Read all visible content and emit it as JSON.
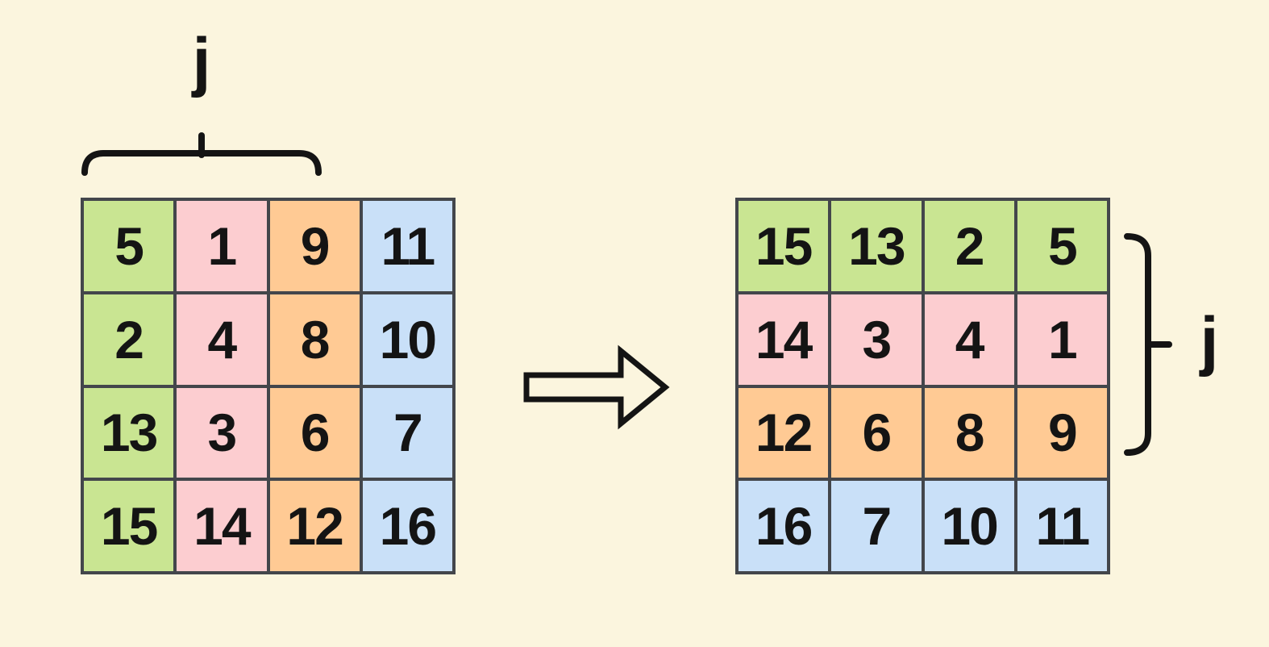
{
  "background_color": "#FBF5DE",
  "border_color": "#43464B",
  "stroke_color": "#141414",
  "left_grid": {
    "label": "j",
    "color_by": "column",
    "column_colors": [
      "#C9E592",
      "#FCCDD0",
      "#FFCA94",
      "#C9E0F8"
    ],
    "rows": [
      [
        "5",
        "1",
        "9",
        "11"
      ],
      [
        "2",
        "4",
        "8",
        "10"
      ],
      [
        "13",
        "3",
        "6",
        "7"
      ],
      [
        "15",
        "14",
        "12",
        "16"
      ]
    ]
  },
  "right_grid": {
    "label": "j",
    "color_by": "row",
    "row_colors": [
      "#C9E592",
      "#FCCDD0",
      "#FFCA94",
      "#C9E0F8"
    ],
    "rows": [
      [
        "15",
        "13",
        "2",
        "5"
      ],
      [
        "14",
        "3",
        "4",
        "1"
      ],
      [
        "12",
        "6",
        "8",
        "9"
      ],
      [
        "16",
        "7",
        "10",
        "11"
      ]
    ]
  },
  "icons": {
    "arrow": "right-arrow-outline",
    "top_brace": "horizontal-brace",
    "side_brace": "vertical-brace"
  }
}
